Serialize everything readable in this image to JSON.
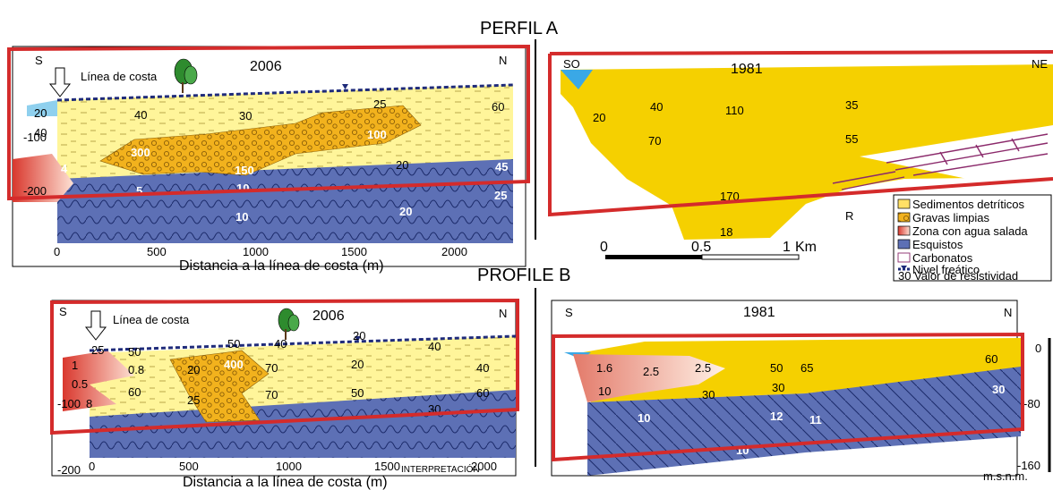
{
  "titles": {
    "perfil_a": "PERFIL A",
    "profile_b": "PROFILE B"
  },
  "common": {
    "coast_label": "Línea de costa",
    "x_axis_title": "Distancia a la línea de costa (m)",
    "interpretation": "INTERPRETACIÓN",
    "scale_label": "Km"
  },
  "panel_a2006": {
    "year": "2006",
    "left_dir": "S",
    "right_dir": "N",
    "y_ticks": [
      "-100",
      "-200"
    ],
    "x_ticks": [
      "0",
      "500",
      "1000",
      "1500",
      "2000"
    ],
    "resistivity_values": [
      "20",
      "40",
      "30",
      "25",
      "60",
      "40",
      "100",
      "300",
      "20",
      "150",
      "4",
      "45",
      "5",
      "10",
      "25",
      "10",
      "20"
    ]
  },
  "panel_a1981": {
    "year": "1981",
    "left_dir": "SO",
    "right_dir": "NE",
    "resistivity_values": [
      "40",
      "110",
      "35",
      "20",
      "70",
      "55",
      "170",
      "18"
    ],
    "layer_label": "R"
  },
  "panel_b2006": {
    "year": "2006",
    "left_dir": "S",
    "right_dir": "N",
    "y_ticks": [
      "-100",
      "-200"
    ],
    "x_ticks": [
      "0",
      "500",
      "1000",
      "1500",
      "2000"
    ],
    "resistivity_values": [
      "25",
      "50",
      "50",
      "40",
      "20",
      "40",
      "1",
      "0.8",
      "20",
      "400",
      "70",
      "20",
      "40",
      "0.5",
      "60",
      "25",
      "70",
      "50",
      "60",
      "30",
      "8"
    ]
  },
  "panel_b1981": {
    "year": "1981",
    "left_dir": "S",
    "right_dir": "N",
    "resistivity_values": [
      "1.6",
      "2.5",
      "2.5",
      "50",
      "65",
      "60",
      "10",
      "30",
      "30",
      "30",
      "10",
      "12",
      "11",
      "10"
    ],
    "depth_ticks": [
      "0",
      "-80",
      "-160"
    ],
    "depth_unit": "m.s.n.m."
  },
  "scale_bar": {
    "ticks": [
      "0",
      "0.5",
      "1"
    ]
  },
  "legend": {
    "items": [
      {
        "label": "Sedimentos detríticos",
        "color": "#ffe066"
      },
      {
        "label": "Gravas limpias",
        "color": "#f2b21d"
      },
      {
        "label": "Zona con agua salada",
        "color": "#e0553f"
      },
      {
        "label": "Esquistos",
        "color": "#5d70b5"
      },
      {
        "label": "Carbonatos",
        "color": "#ffffff"
      },
      {
        "label": "Nivel freático",
        "color": "#1f2b7a"
      }
    ],
    "value_example": "30",
    "value_label": "Valor de resistividad"
  },
  "colors": {
    "frame": "#d42b2b",
    "sediment": "#fff59a",
    "sediment_1981": "#f5d000",
    "gravel": "#f2b21d",
    "schist": "#5d70b5",
    "sea": "#3aa8e6",
    "water_table": "#1f2b7a",
    "carbonate": "#8b2a6b"
  }
}
